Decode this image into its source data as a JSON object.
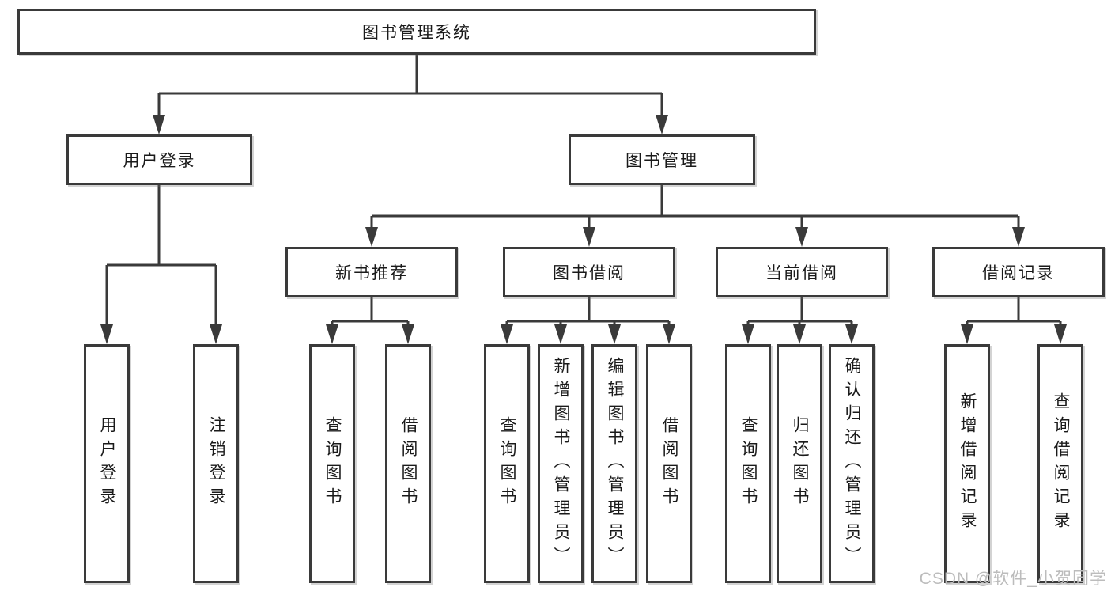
{
  "tree": {
    "root": {
      "label": "图书管理系统"
    },
    "branches": [
      {
        "label": "用户登录",
        "children": [
          {
            "label": "用户登录"
          },
          {
            "label": "注销登录"
          }
        ]
      },
      {
        "label": "图书管理",
        "children": [
          {
            "label": "新书推荐",
            "children": [
              {
                "label": "查询图书"
              },
              {
                "label": "借阅图书"
              }
            ]
          },
          {
            "label": "图书借阅",
            "children": [
              {
                "label": "查询图书"
              },
              {
                "label": "新增图书（管理员）"
              },
              {
                "label": "编辑图书（管理员）"
              },
              {
                "label": "借阅图书"
              }
            ]
          },
          {
            "label": "当前借阅",
            "children": [
              {
                "label": "查询图书"
              },
              {
                "label": "归还图书"
              },
              {
                "label": "确认归还（管理员）"
              }
            ]
          },
          {
            "label": "借阅记录",
            "children": [
              {
                "label": "新增借阅记录"
              },
              {
                "label": "查询借阅记录"
              }
            ]
          }
        ]
      }
    ]
  },
  "watermark": "CSDN @软件_小贺同学",
  "colors": {
    "line": "#3a3a3a",
    "box_border": "#3a3a3a",
    "text": "#1a1a1a",
    "watermark": "#bcbcbc",
    "background": "#ffffff"
  }
}
